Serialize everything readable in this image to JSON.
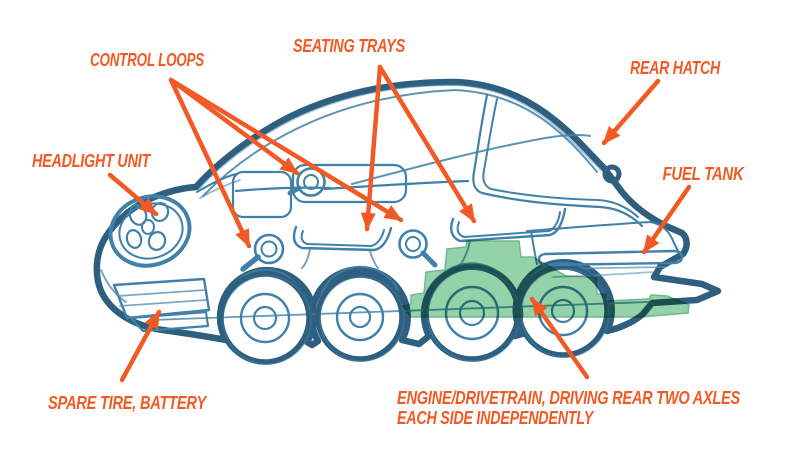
{
  "diagram": {
    "labels": {
      "control_loops": "CONTROL LOOPS",
      "seating_trays": "SEATING TRAYS",
      "rear_hatch": "REAR HATCH",
      "headlight_unit": "HEADLIGHT UNIT",
      "fuel_tank": "FUEL TANK",
      "spare_tire_battery": "SPARE TIRE, BATTERY",
      "engine_drivetrain_line1": "ENGINE/DRIVETRAIN, DRIVING REAR TWO AXLES",
      "engine_drivetrain_line2": "EACH SIDE INDEPENDENTLY"
    },
    "arrow_counts": {
      "control_loops": 3,
      "seating_trays": 2,
      "rear_hatch": 1,
      "headlight_unit": 1,
      "fuel_tank": 1,
      "spare_tire_battery": 1,
      "engine_drivetrain": 1
    },
    "colors": {
      "annotation_orange": "#f15a24",
      "outline_blue": "#2e5f7f",
      "sketch_blue": "#4081aa",
      "body_fill": "#dbe8f4",
      "engine_highlight_green": "#8ed1a4",
      "background": "#ffffff"
    }
  }
}
